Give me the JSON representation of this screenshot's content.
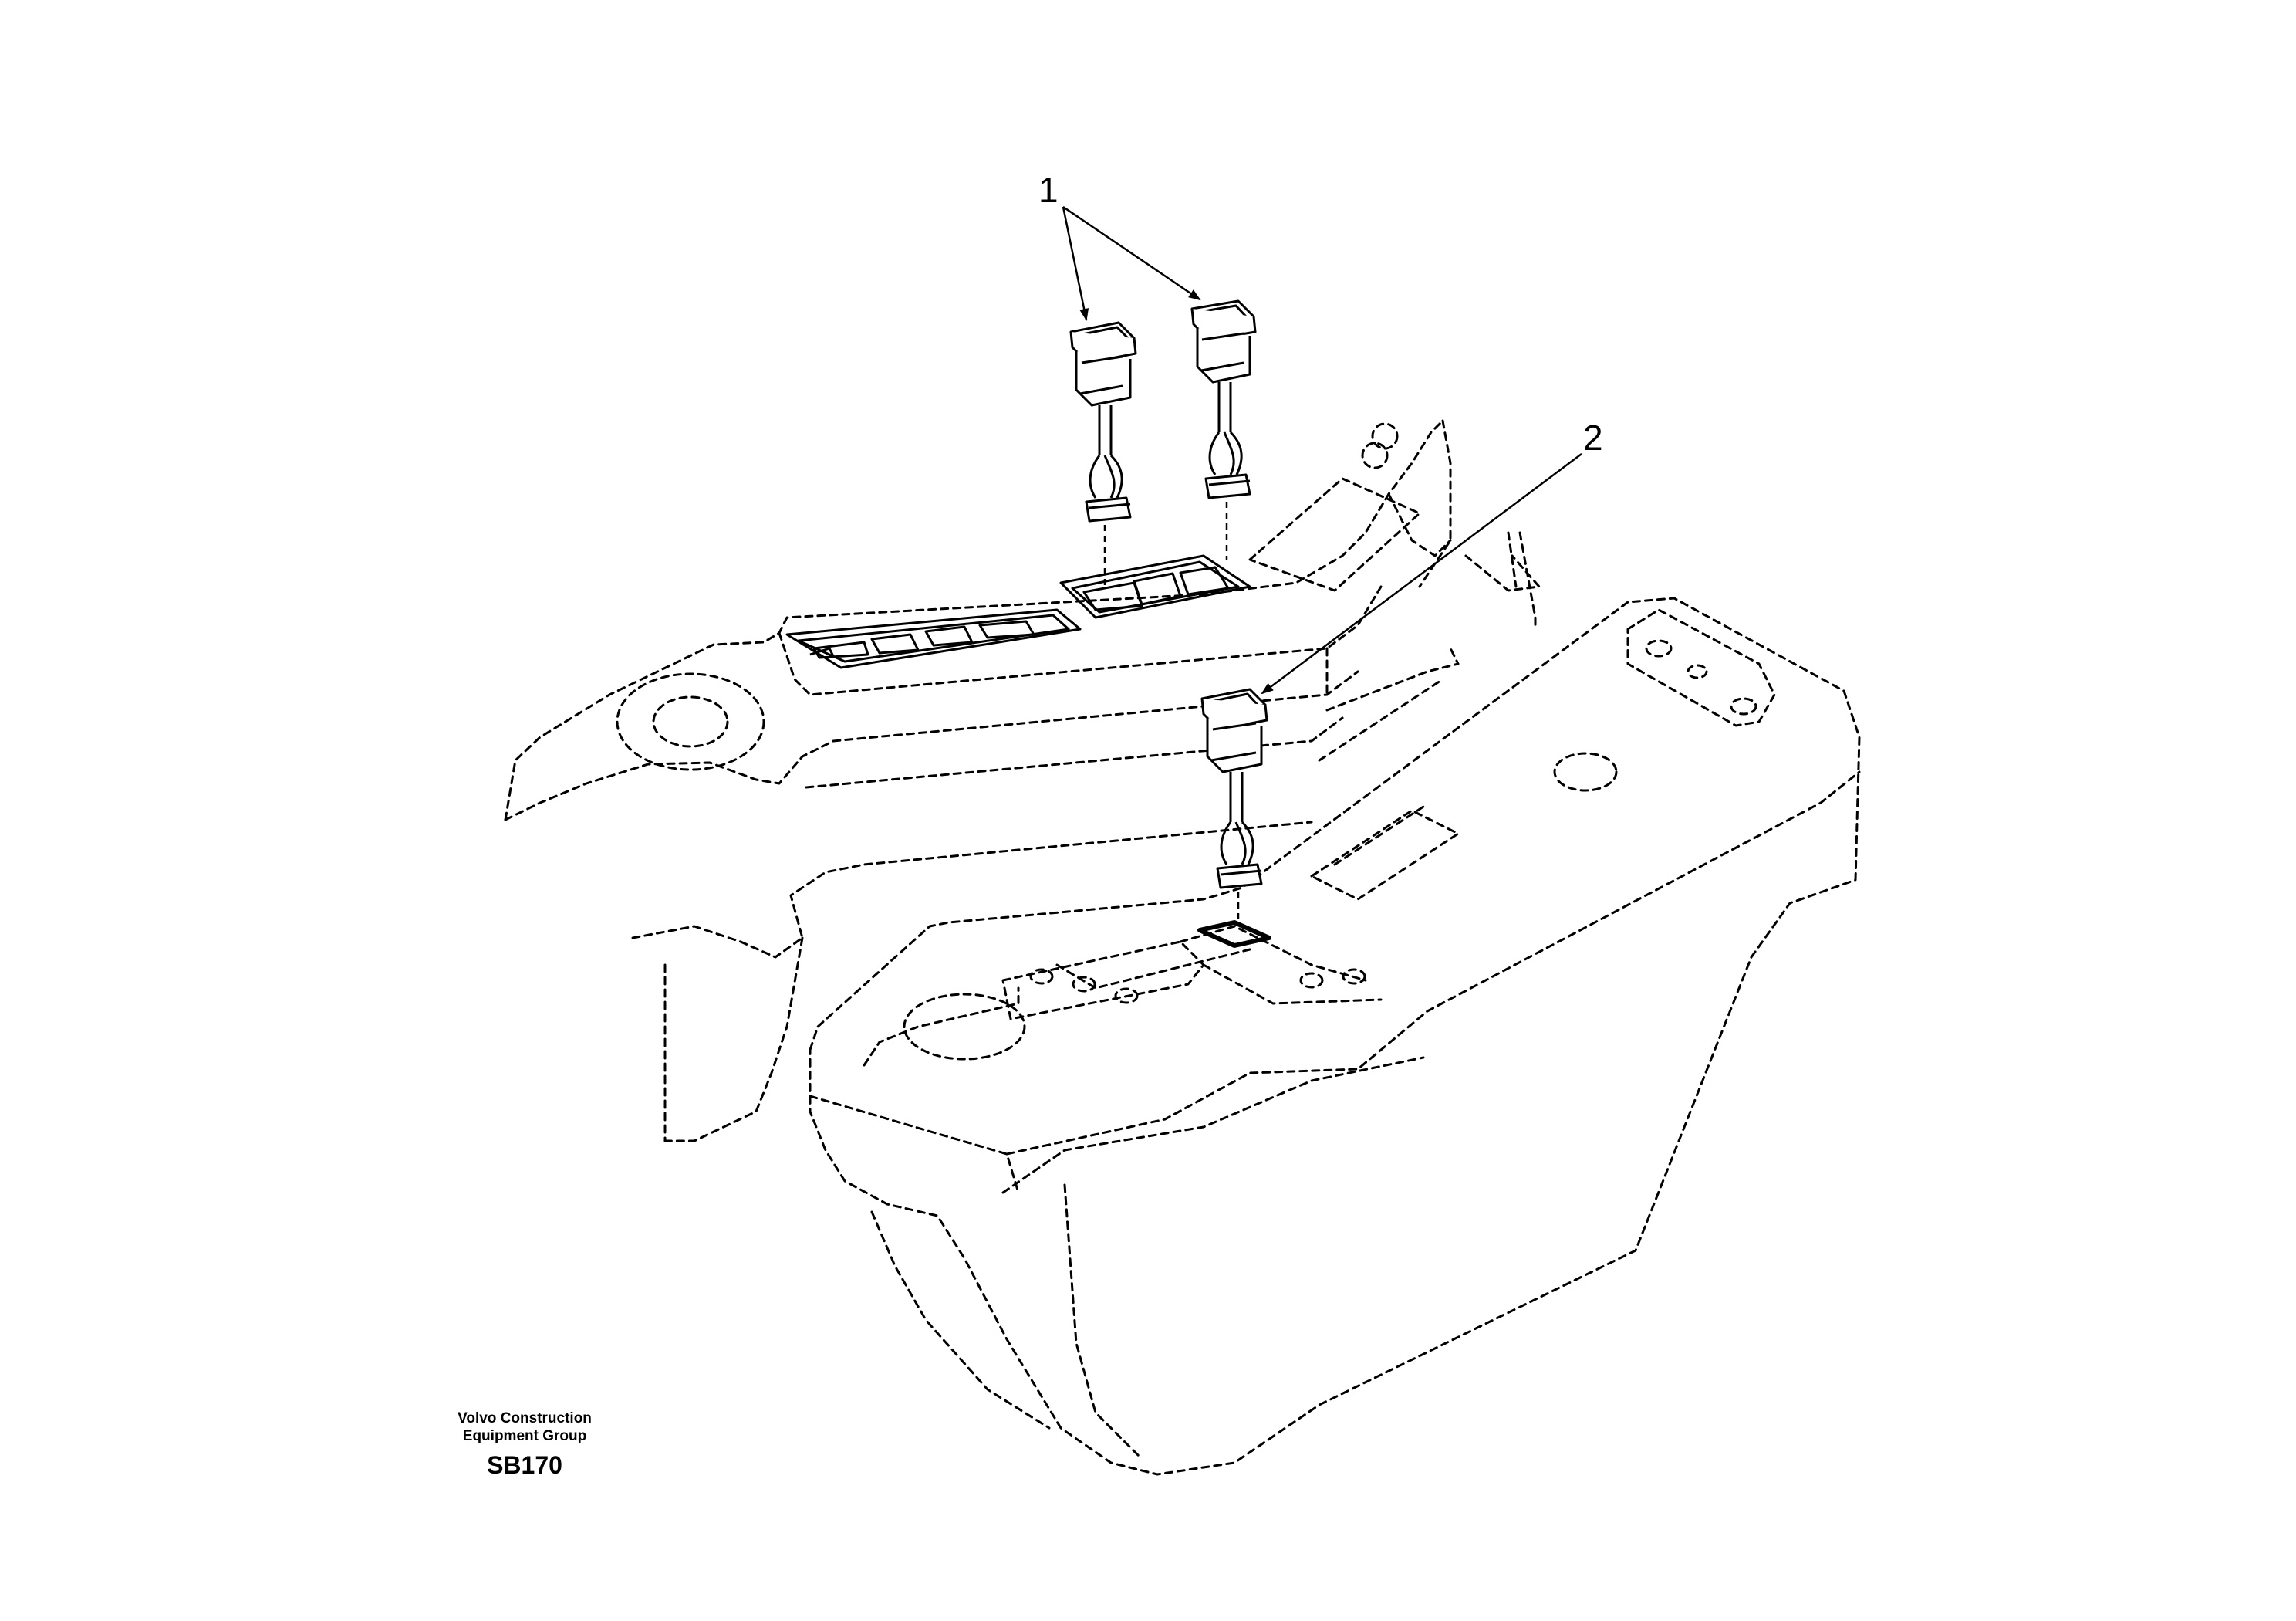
{
  "callouts": [
    {
      "id": "1",
      "label": "1"
    },
    {
      "id": "2",
      "label": "2"
    }
  ],
  "publisher": {
    "line1": "Volvo Construction",
    "line2": "Equipment Group"
  },
  "drawing_code": "SB170",
  "colors": {
    "ink": "#000000",
    "paper": "#ffffff"
  }
}
